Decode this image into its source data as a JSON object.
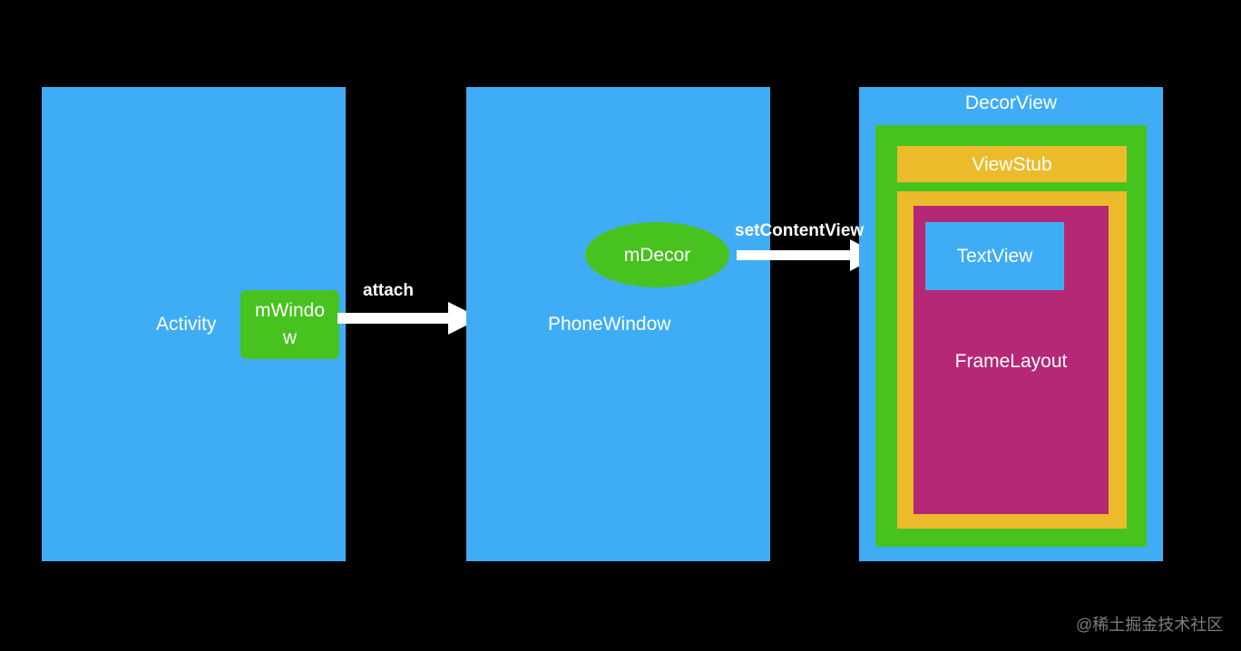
{
  "colors": {
    "background": "#000000",
    "container_blue": "#3fadf6",
    "green": "#47c21f",
    "yellow": "#ecbb2b",
    "magenta": "#b52876",
    "arrow": "#ffffff"
  },
  "activity": {
    "label": "Activity",
    "field": "mWindow",
    "field_line1": "mWindo",
    "field_line2": "w"
  },
  "arrow_attach": {
    "label": "attach"
  },
  "phone_window": {
    "label": "PhoneWindow",
    "field": "mDecor"
  },
  "arrow_set_content": {
    "label": "setContentView"
  },
  "decor_view": {
    "label": "DecorView",
    "view_stub": "ViewStub",
    "frame_layout": "FrameLayout",
    "text_view": "TextView"
  },
  "watermark": "@稀土掘金技术社区"
}
